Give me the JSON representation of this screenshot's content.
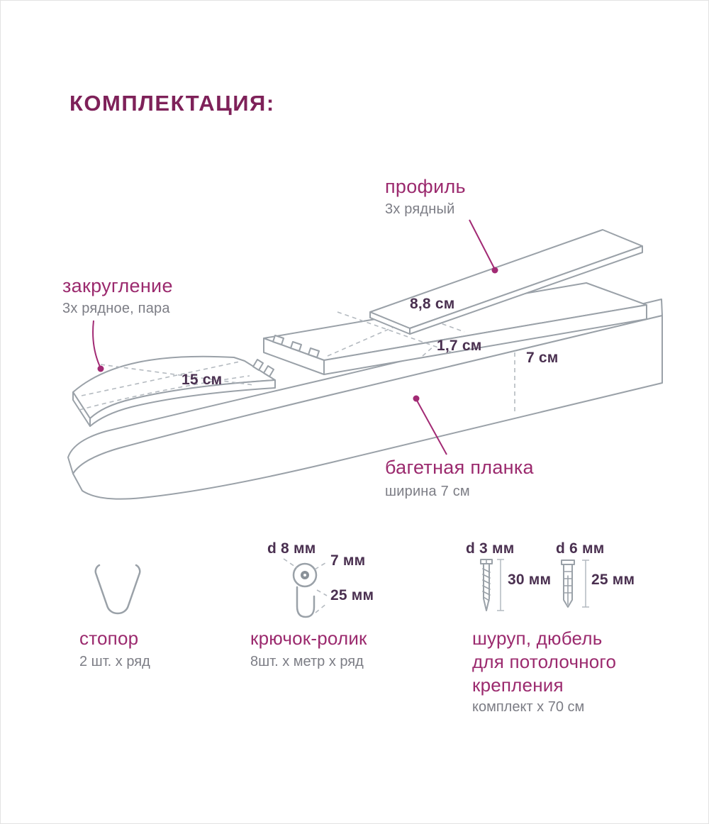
{
  "title": "КОМПЛЕКТАЦИЯ:",
  "colors": {
    "title": "#7e2159",
    "accent_label": "#9b2a6e",
    "leader_line": "#a22a74",
    "dimension_text": "#4a3050",
    "subtitle_text": "#7c7d85",
    "line_art": "#9aa1a8"
  },
  "parts": {
    "profile": {
      "label": "профиль",
      "subtitle": "3х рядный"
    },
    "rounding": {
      "label": "закругление",
      "subtitle": "3х рядное, пара"
    },
    "baguette": {
      "label": "багетная планка",
      "subtitle": "ширина 7 см"
    }
  },
  "dimensions": {
    "profile_width": "8,8 см",
    "profile_thickness": "1,7 см",
    "baguette_height": "7 см",
    "rounding_size": "15 см"
  },
  "items": {
    "stopper": {
      "label": "стопор",
      "qty": "2 шт. х ряд"
    },
    "hook_roller": {
      "label": "крючок-ролик",
      "qty": "8шт. х метр х ряд",
      "dims": {
        "diameter": "d 8 мм",
        "top": "7 мм",
        "height": "25 мм"
      }
    },
    "screw_dowel": {
      "label": "шуруп, дюбель\nдля потолочного\nкрепления",
      "qty": "комплект х 70 см",
      "dims": {
        "screw_diameter": "d 3 мм",
        "screw_length": "30 мм",
        "dowel_diameter": "d 6 мм",
        "dowel_length": "25 мм"
      }
    }
  }
}
